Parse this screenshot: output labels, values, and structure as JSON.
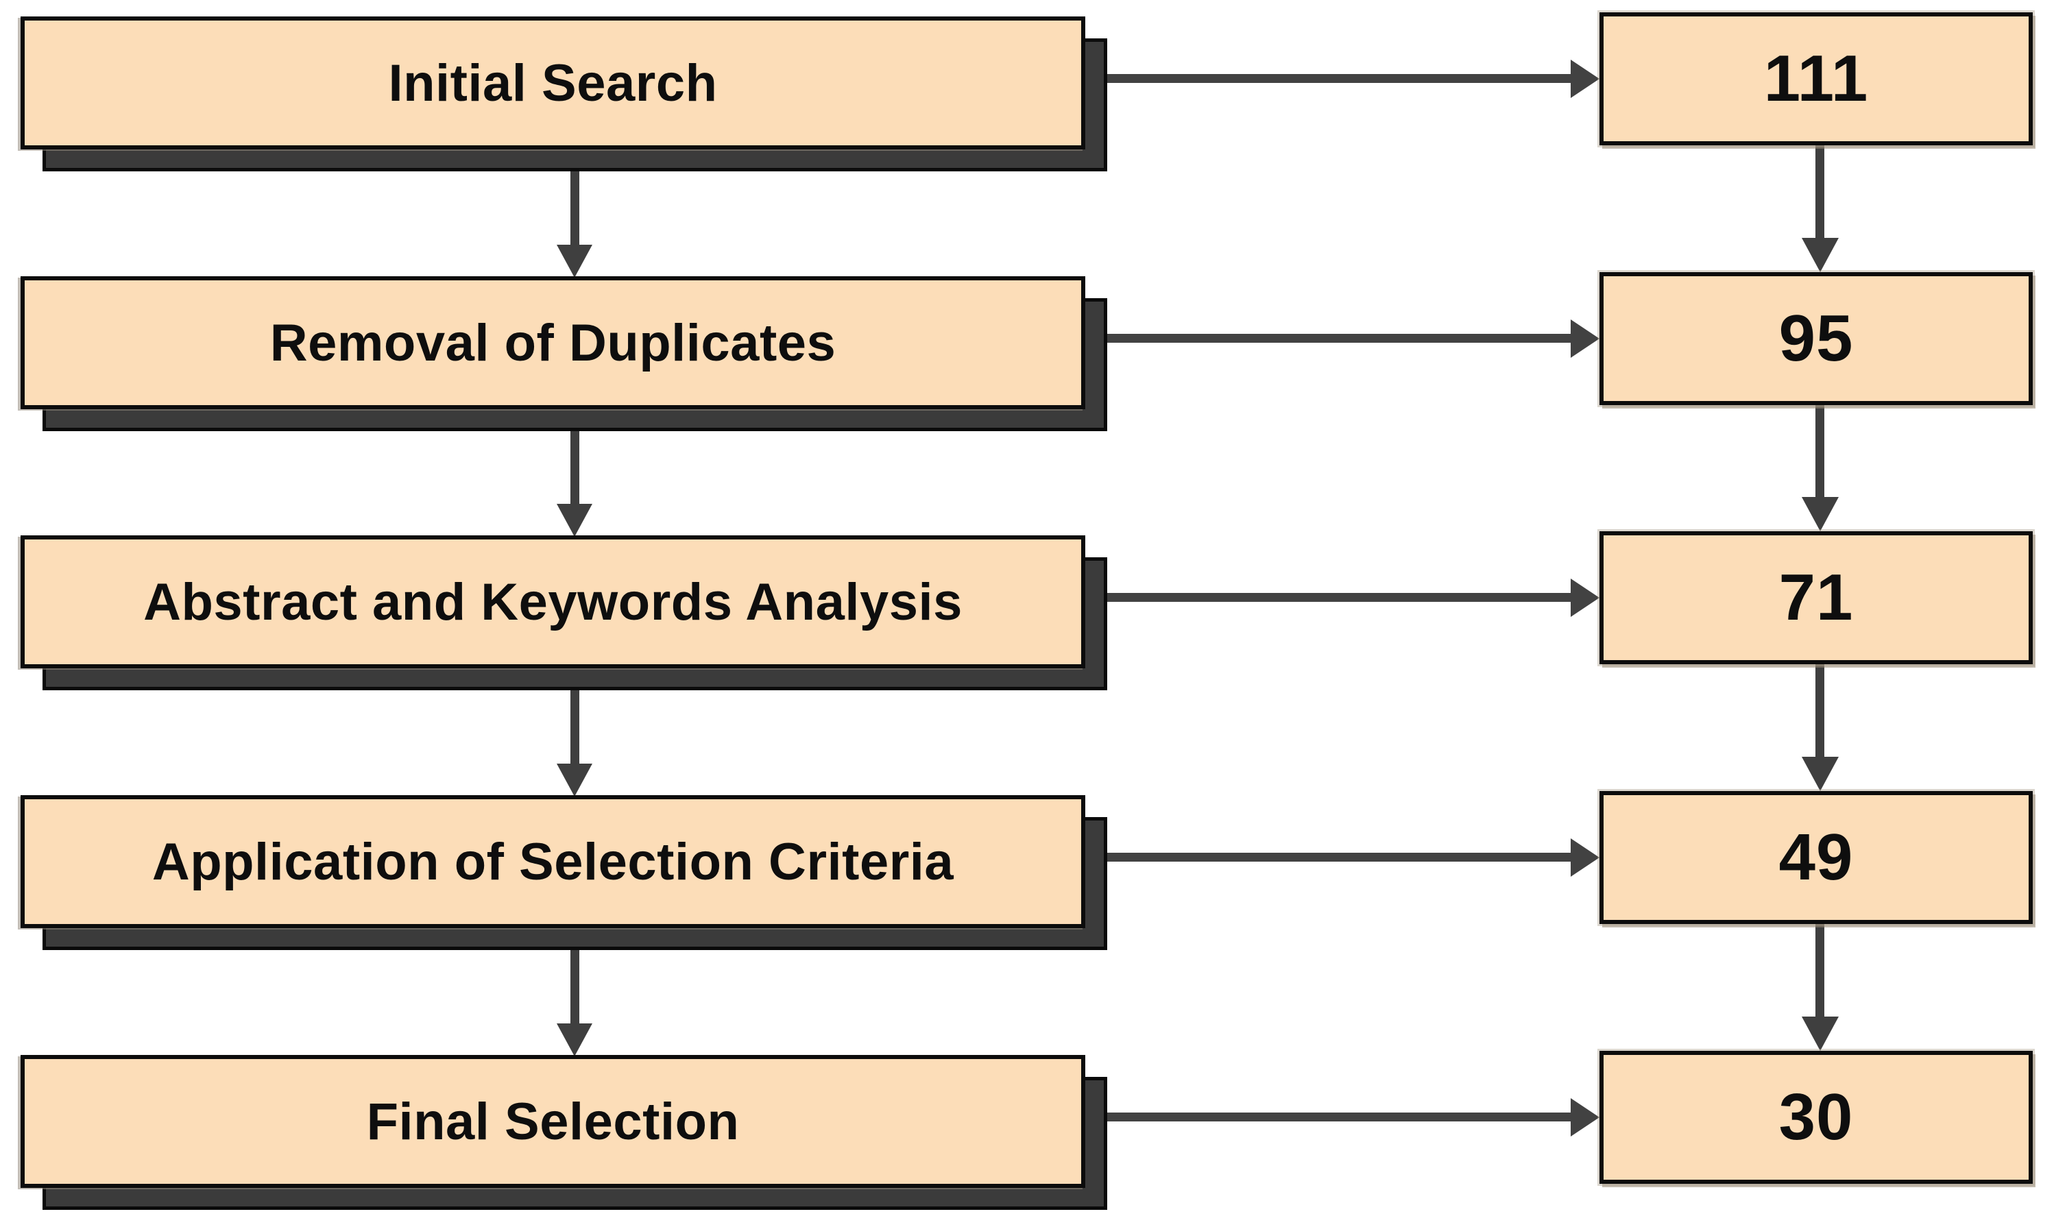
{
  "flowchart": {
    "type": "selection-funnel",
    "stages": [
      {
        "label": "Initial Search",
        "count": "111"
      },
      {
        "label": "Removal of Duplicates",
        "count": "95"
      },
      {
        "label": "Abstract and Keywords Analysis",
        "count": "71"
      },
      {
        "label": "Application of Selection Criteria",
        "count": "49"
      },
      {
        "label": "Final Selection",
        "count": "30"
      }
    ],
    "colors": {
      "box_fill": "#FCDDB8",
      "box_border": "#0C0C0C",
      "drop_shadow": "#3B3B3B",
      "arrow": "#424242",
      "text": "#0E0E0E",
      "background": "#FFFFFF"
    }
  }
}
